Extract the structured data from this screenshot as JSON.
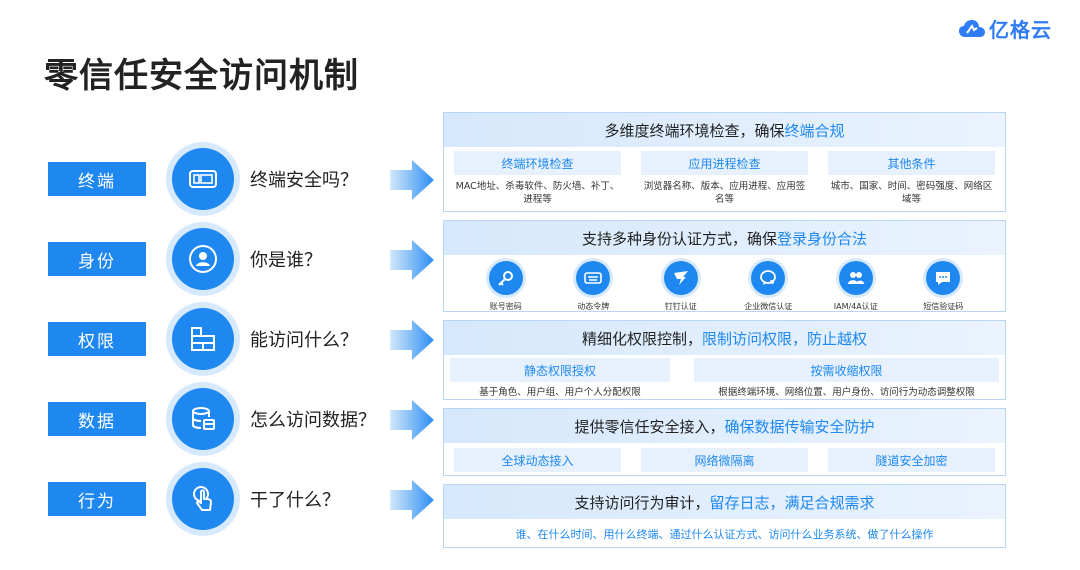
{
  "logo": {
    "text": "亿格云"
  },
  "title": "零信任安全访问机制",
  "rows": [
    {
      "tag": "终端",
      "question": "终端安全吗？"
    },
    {
      "tag": "身份",
      "question": "你是谁？"
    },
    {
      "tag": "权限",
      "question": "能访问什么？"
    },
    {
      "tag": "数据",
      "question": "怎么访问数据？"
    },
    {
      "tag": "行为",
      "question": "干了什么？"
    }
  ],
  "panels": {
    "terminal": {
      "title_plain": "多维度终端环境检查，确保",
      "title_hl": "终端合规",
      "subs": [
        {
          "label": "终端环境检查",
          "desc": "MAC地址、杀毒软件、防火墙、补丁、进程等"
        },
        {
          "label": "应用进程检查",
          "desc": "浏览器名称、版本、应用进程、应用签名等"
        },
        {
          "label": "其他条件",
          "desc": "城市、国家、时间、密码强度、网络区域等"
        }
      ]
    },
    "identity": {
      "title_plain": "支持多种身份认证方式，确保",
      "title_hl": "登录身份合法",
      "methods": [
        "账号密码",
        "动态令牌",
        "钉钉认证",
        "企业微信认证",
        "IAM/4A认证",
        "短信验证码"
      ]
    },
    "permission": {
      "title_plain": "精细化权限控制，",
      "title_hl": "限制访问权限，防止越权",
      "subs": [
        {
          "label": "静态权限授权",
          "desc": "基于角色、用户组、用户个人分配权限"
        },
        {
          "label": "按需收缩权限",
          "desc": "根据终端环境、网络位置、用户身份、访问行为动态调整权限"
        }
      ]
    },
    "data": {
      "title_plain": "提供零信任安全接入，",
      "title_hl": "确保数据传输安全防护",
      "subs": [
        "全球动态接入",
        "网络微隔离",
        "隧道安全加密"
      ]
    },
    "behavior": {
      "title_plain": "支持访问行为审计，",
      "title_hl": "留存日志，满足合规需求",
      "desc": "谁、在什么时间、用什么终端、通过什么认证方式、访问什么业务系统、做了什么操作"
    }
  },
  "colors": {
    "accent": "#1e88f0",
    "light": "#e6f1fd"
  }
}
